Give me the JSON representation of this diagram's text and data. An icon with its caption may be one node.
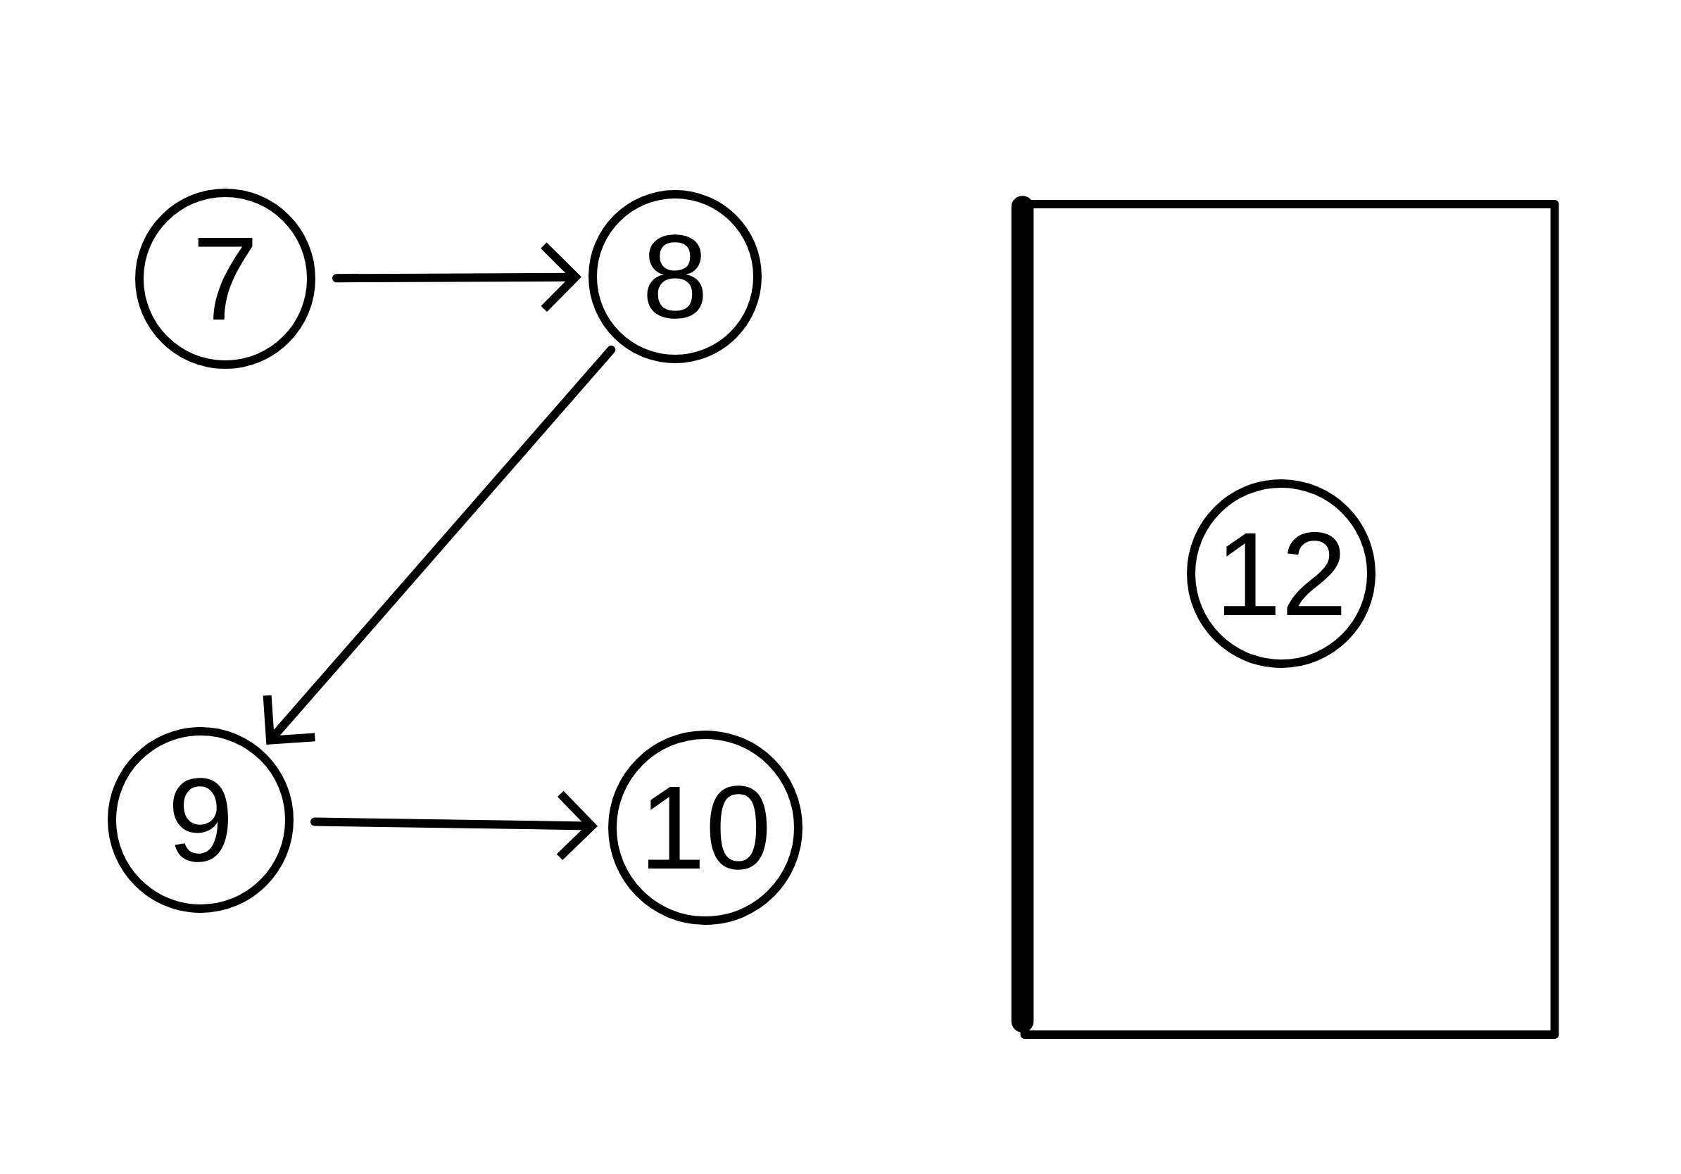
{
  "diagram": {
    "nodes": [
      {
        "text": [
          "7"
        ]
      },
      {
        "text": [
          "8"
        ]
      },
      {
        "text": [
          "9"
        ]
      },
      {
        "text": [
          "10"
        ]
      },
      {
        "text": [],
        "shape": "box"
      },
      {
        "text": [
          "12"
        ],
        "in": 4
      }
    ],
    "edges": [
      {
        "from": 0,
        "to": 1,
        "arrow": "to"
      },
      {
        "from": 1,
        "to": 2,
        "arrow": "to"
      },
      {
        "from": 2,
        "to": 3,
        "arrow": "to"
      }
    ]
  }
}
